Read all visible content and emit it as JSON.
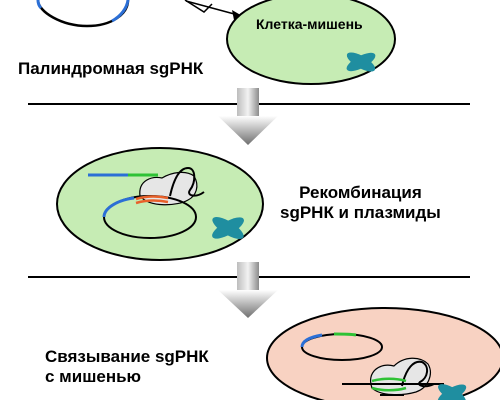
{
  "labels": {
    "target_cell": "Клетка-мишень",
    "palindromic_sgrna": "Палиндромная sgРНК",
    "recombination_line1": "Рекомбинация",
    "recombination_line2": "sgРНК и плазмиды",
    "binding_line1": "Связывание sgРНК",
    "binding_line2": "с мишенью"
  },
  "colors": {
    "cell_green": "#c6ecb4",
    "cell_pink": "#f8d2c2",
    "plasmid_blue": "#2b6fd6",
    "sgrna_green": "#2ec235",
    "recombination_orange": "#e8602a",
    "chromosome_teal": "#1f8ea0",
    "arrow_gray": "#8a8a8a"
  },
  "icons": {
    "chromosome": "chromosome-icon",
    "plasmid": "plasmid-ring-icon",
    "step_arrow": "down-arrow-icon"
  }
}
